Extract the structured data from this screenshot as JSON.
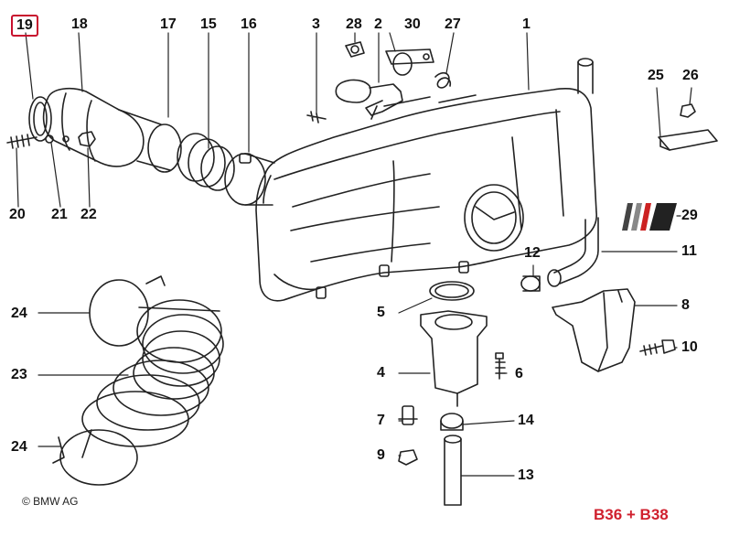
{
  "diagram": {
    "highlight_color": "#c8102e",
    "model_color": "#d0202e",
    "parts": [
      {
        "id": "p19",
        "label": "19",
        "highlight": true
      },
      {
        "id": "p18",
        "label": "18"
      },
      {
        "id": "p17",
        "label": "17"
      },
      {
        "id": "p15",
        "label": "15"
      },
      {
        "id": "p16",
        "label": "16"
      },
      {
        "id": "p3",
        "label": "3"
      },
      {
        "id": "p28",
        "label": "28"
      },
      {
        "id": "p2",
        "label": "2"
      },
      {
        "id": "p30",
        "label": "30"
      },
      {
        "id": "p27",
        "label": "27"
      },
      {
        "id": "p1",
        "label": "1"
      },
      {
        "id": "p25",
        "label": "25"
      },
      {
        "id": "p26",
        "label": "26"
      },
      {
        "id": "p29",
        "label": "29"
      },
      {
        "id": "p11",
        "label": "11"
      },
      {
        "id": "p12",
        "label": "12"
      },
      {
        "id": "p8",
        "label": "8"
      },
      {
        "id": "p10",
        "label": "10"
      },
      {
        "id": "p5",
        "label": "5"
      },
      {
        "id": "p4",
        "label": "4"
      },
      {
        "id": "p6",
        "label": "6"
      },
      {
        "id": "p7",
        "label": "7"
      },
      {
        "id": "p14",
        "label": "14"
      },
      {
        "id": "p9",
        "label": "9"
      },
      {
        "id": "p13",
        "label": "13"
      },
      {
        "id": "p20",
        "label": "20"
      },
      {
        "id": "p21",
        "label": "21"
      },
      {
        "id": "p22",
        "label": "22"
      },
      {
        "id": "p24a",
        "label": "24"
      },
      {
        "id": "p23",
        "label": "23"
      },
      {
        "id": "p24b",
        "label": "24"
      }
    ],
    "copyright": "© BMW AG",
    "model": "B36 + B38"
  }
}
